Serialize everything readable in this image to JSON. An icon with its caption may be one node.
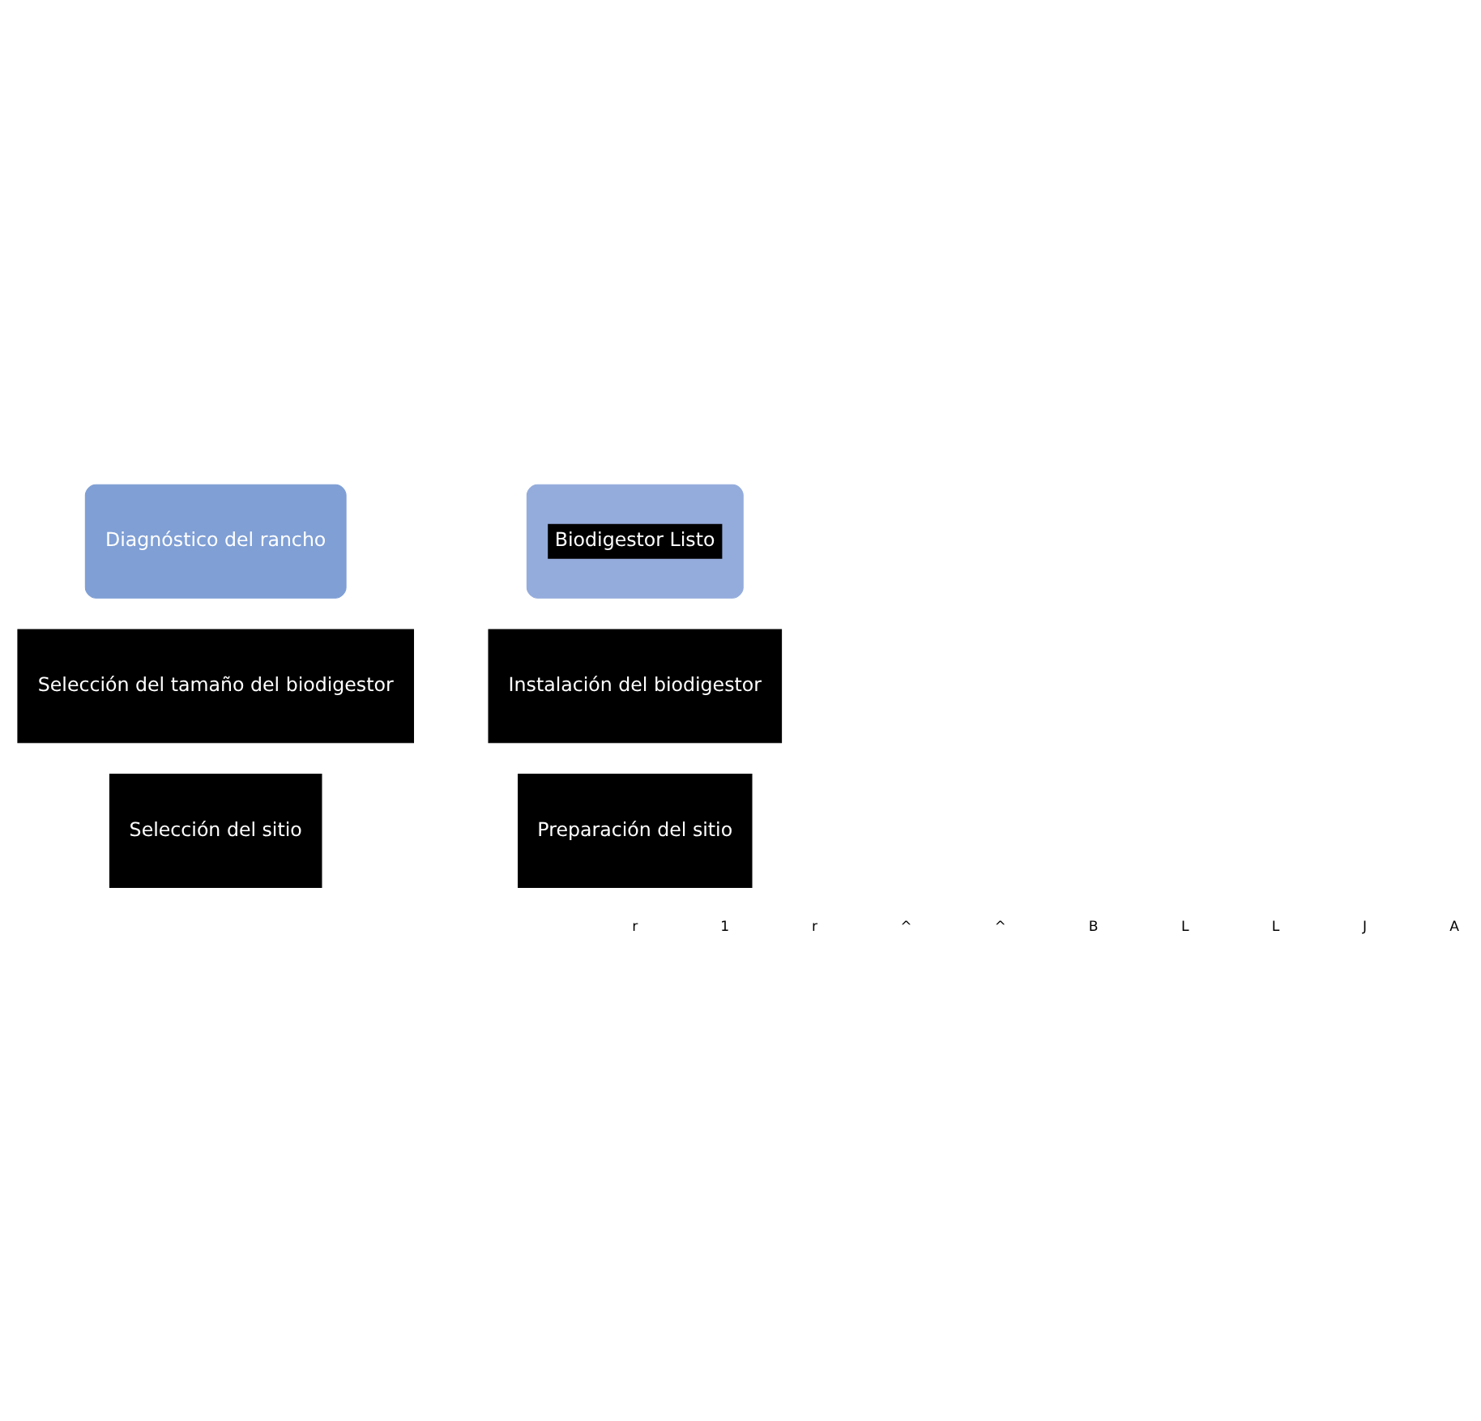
{
  "diagram": {
    "nodes": [
      {
        "text": [
          "Diagnóstico del rancho"
        ]
      },
      {
        "text": [
          "Biodigestor Listo"
        ]
      },
      {
        "text": [
          "Selección del tamaño del biodigestor"
        ]
      },
      {
        "text": [
          "Instalación del biodigestor"
        ]
      },
      {
        "text": [
          "Selección del sitio"
        ]
      },
      {
        "text": [
          "Preparación del sitio"
        ]
      }
    ],
    "edges": [],
    "labels": [
      "r",
      "1",
      "r",
      "^",
      "^",
      "B",
      "L",
      "L",
      "J",
      "A"
    ]
  }
}
